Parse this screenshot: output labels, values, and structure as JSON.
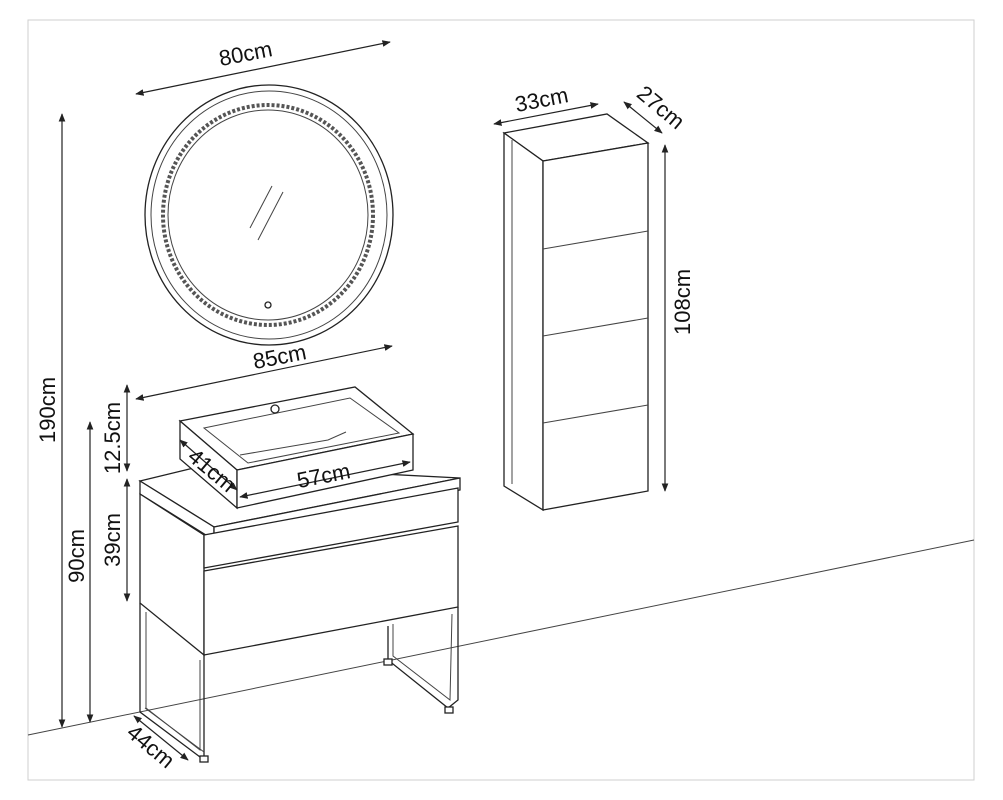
{
  "diagram": {
    "mirror_width": "80cm",
    "vanity_width": "85cm",
    "basin_depth": "41cm",
    "basin_width": "57cm",
    "basin_height": "12.5cm",
    "cabinet_height_to_top": "39cm",
    "vanity_height": "90cm",
    "total_height": "190cm",
    "vanity_depth": "44cm",
    "column_width": "33cm",
    "column_depth": "27cm",
    "column_height": "108cm"
  },
  "colors": {
    "line": "#222222",
    "background": "#ffffff",
    "mirror_led": "#555555"
  }
}
